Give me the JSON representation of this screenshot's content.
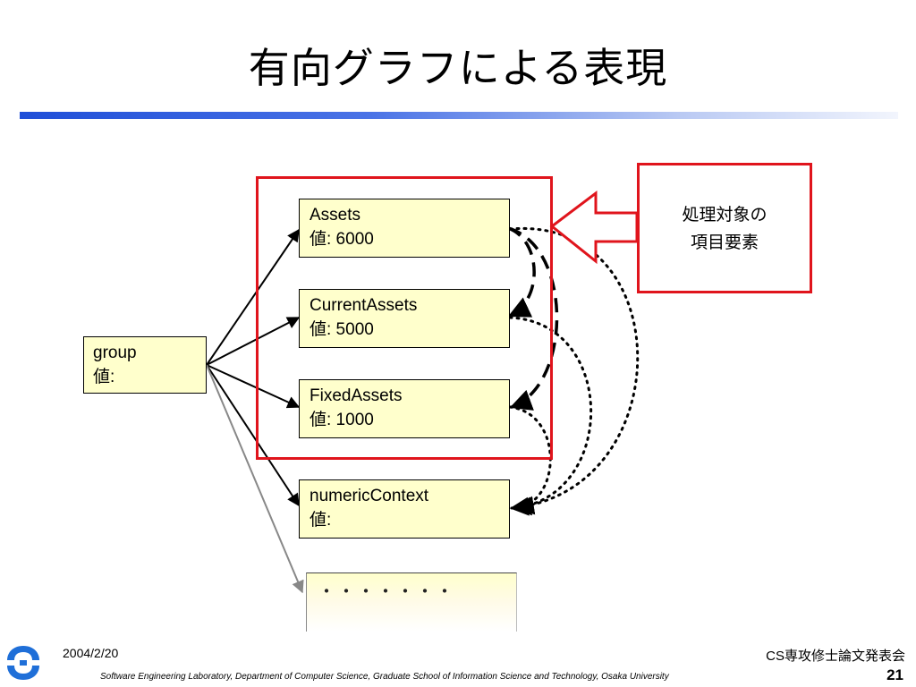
{
  "slide": {
    "title": "有向グラフによる表現",
    "date": "2004/2/20",
    "event": "CS専攻修士論文発表会",
    "lab": "Software Engineering Laboratory,  Department of Computer Science,  Graduate School of Information Science and Technology,  Osaka University",
    "page": "21"
  },
  "nodes": {
    "group": {
      "name": "group",
      "value": "値:"
    },
    "assets": {
      "name": "Assets",
      "value": "値: 6000"
    },
    "current_assets": {
      "name": "CurrentAssets",
      "value": "値: 5000"
    },
    "fixed_assets": {
      "name": "FixedAssets",
      "value": "値: 1000"
    },
    "numeric_context": {
      "name": "numericContext",
      "value": "値:"
    },
    "more": {
      "label": "・・・・・・・"
    }
  },
  "callout": {
    "line1": "処理対象の",
    "line2": "項目要素"
  },
  "colors": {
    "highlight": "#e0141c",
    "node_fill": "#ffffcc",
    "title_bar": "#1f4fd8"
  }
}
